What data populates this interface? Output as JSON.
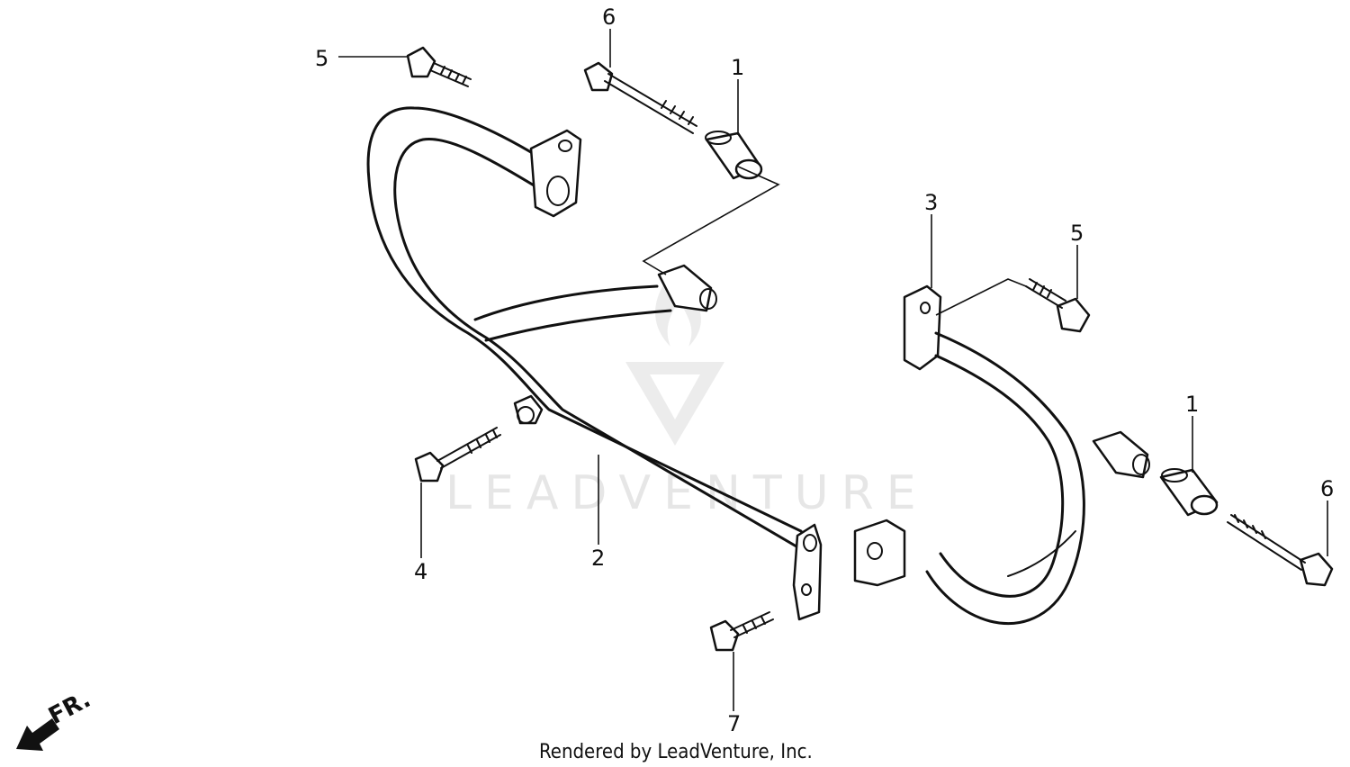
{
  "diagram": {
    "callouts": [
      {
        "id": "c1a",
        "text": "1"
      },
      {
        "id": "c1b",
        "text": "1"
      },
      {
        "id": "c2",
        "text": "2"
      },
      {
        "id": "c3",
        "text": "3"
      },
      {
        "id": "c4",
        "text": "4"
      },
      {
        "id": "c5a",
        "text": "5"
      },
      {
        "id": "c5b",
        "text": "5"
      },
      {
        "id": "c6a",
        "text": "6"
      },
      {
        "id": "c6b",
        "text": "6"
      },
      {
        "id": "c7",
        "text": "7"
      }
    ],
    "direction_label": "FR.",
    "watermark": "LEADVENTURE",
    "footer": "Rendered by LeadVenture, Inc."
  },
  "colors": {
    "line": "#111111",
    "background": "#ffffff",
    "watermark": "#e6e6e6"
  }
}
